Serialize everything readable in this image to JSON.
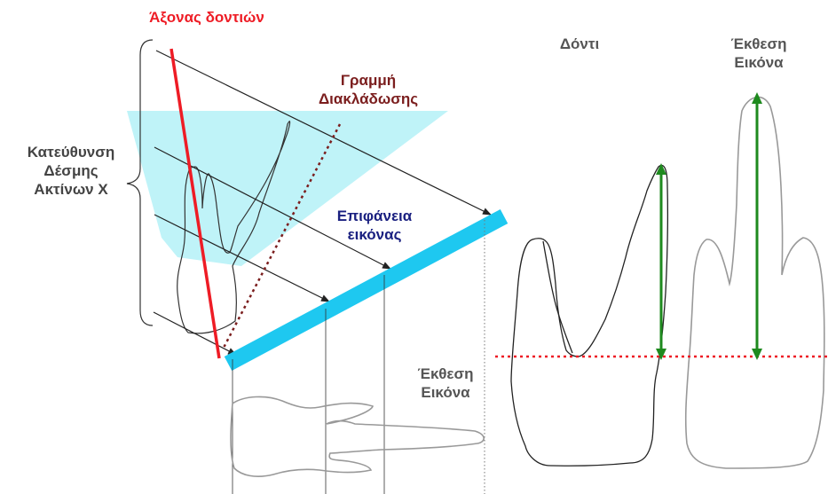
{
  "colors": {
    "axis": "#ee1c25",
    "bisector": "#7b1e1e",
    "film": "#1ec8f0",
    "beam_area": "#bff3f8",
    "tooth": "#333333",
    "image_tooth": "#999999",
    "measure": "#1e8a1e",
    "occlusal": "#ee1c25",
    "image_surface_label": "#1a2080",
    "text": "#444444"
  },
  "labels": {
    "tooth_axis": "Άξονας δοντιών",
    "bisector": {
      "line1": "Γραμμή",
      "line2": "Διακλάδωσης"
    },
    "beam_direction": {
      "line1": "Κατεύθυνση",
      "line2": "Δέσμης",
      "line3": "Ακτίνων Χ"
    },
    "image_surface": {
      "line1": "Επιφάνεια",
      "line2": "εικόνας"
    },
    "projected_image": {
      "line1": "Έκθεση",
      "line2": "Εικόνα"
    },
    "tooth": "Δόντι",
    "exposure_image": {
      "line1": "Έκθεση",
      "line2": "Εικόνα"
    }
  },
  "icons": {
    "measure_arrows": "double-headed-arrow-icon"
  }
}
